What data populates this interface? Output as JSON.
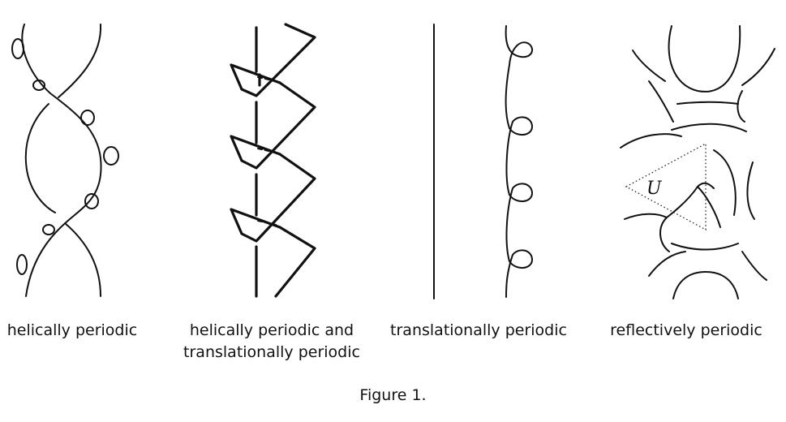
{
  "panels": [
    {
      "label_lines": [
        "helically periodic"
      ]
    },
    {
      "label_lines": [
        "helically periodic and",
        "translationally periodic"
      ]
    },
    {
      "label_lines": [
        "translationally periodic"
      ]
    },
    {
      "label_lines": [
        "reflectively periodic"
      ]
    }
  ],
  "region_label": "U",
  "caption": "Figure 1."
}
